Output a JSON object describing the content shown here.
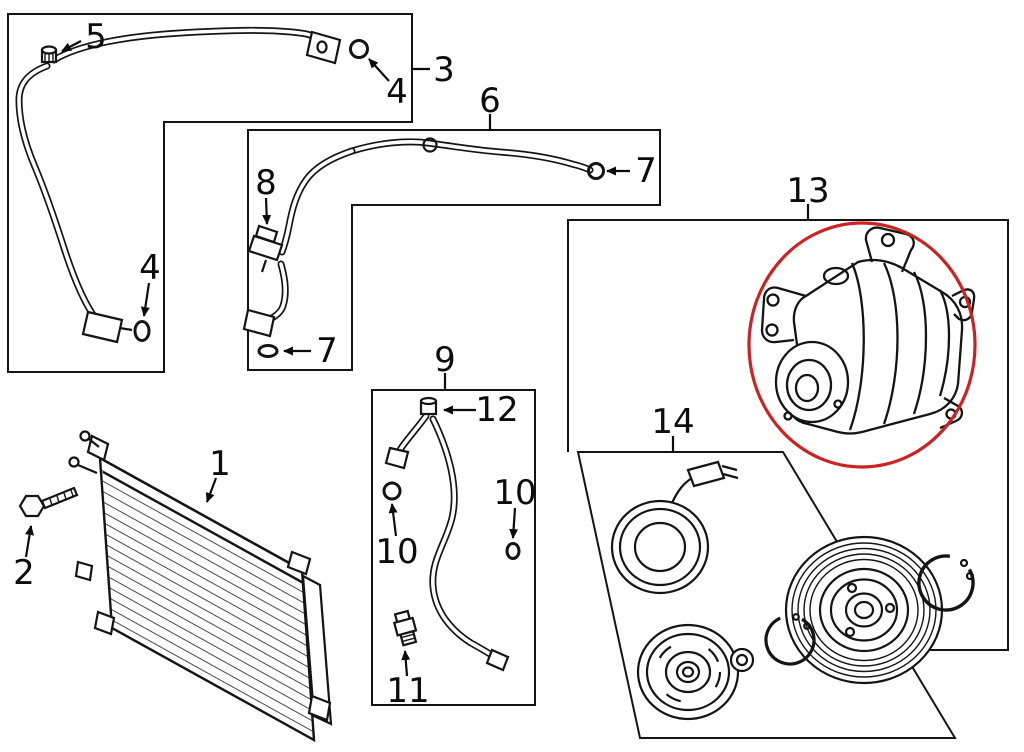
{
  "diagram": {
    "description": "A/C condenser, compressor and lines parts diagram",
    "background": "#ffffff",
    "line_color": "#141414",
    "highlight_color": "#cc2222",
    "callouts": {
      "c1": "1",
      "c2": "2",
      "c3": "3",
      "c4_top": "4",
      "c4_bottom": "4",
      "c5": "5",
      "c6": "6",
      "c7_right": "7",
      "c7_bottom": "7",
      "c8": "8",
      "c9": "9",
      "c10_left": "10",
      "c10_right": "10",
      "c11": "11",
      "c12": "12",
      "c13": "13",
      "c14": "14"
    }
  }
}
